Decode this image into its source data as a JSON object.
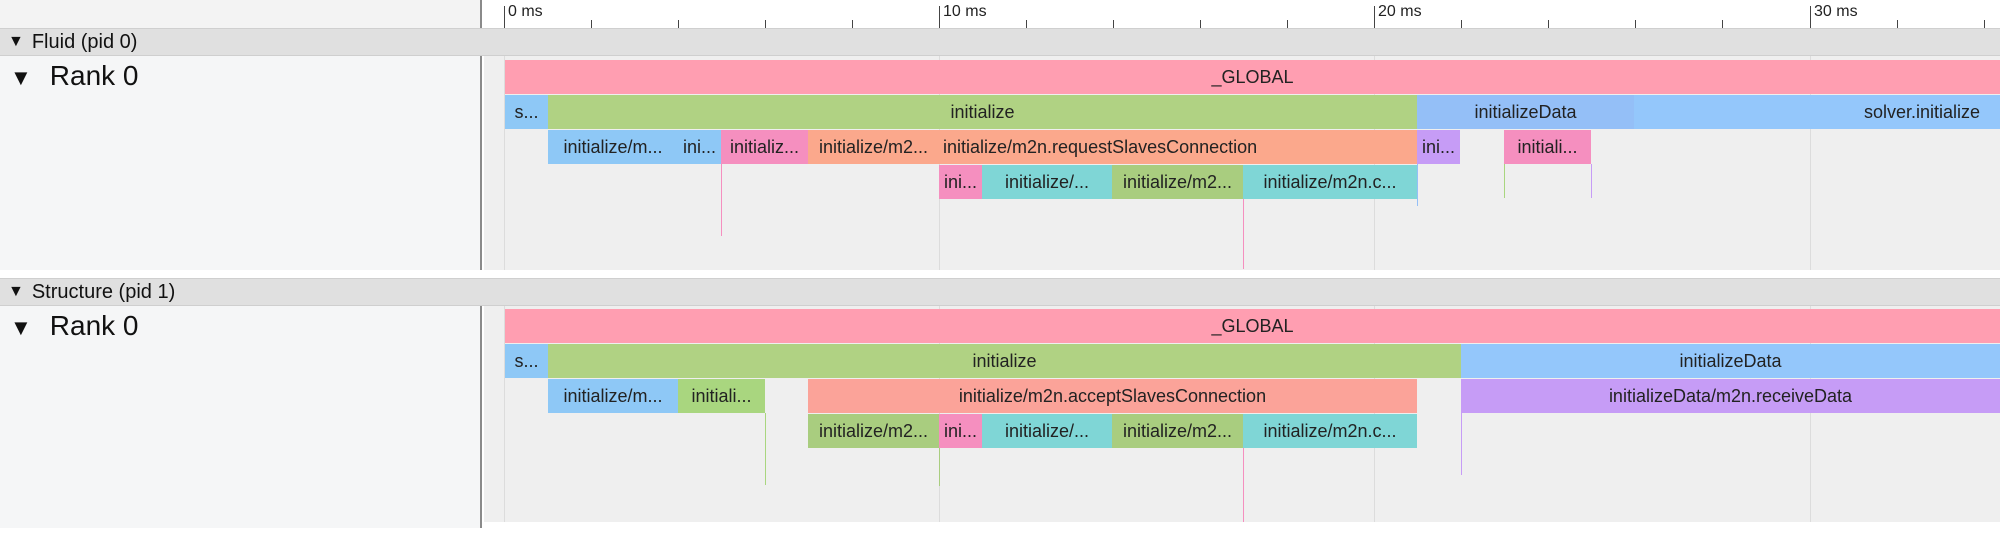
{
  "ruler": {
    "labels": [
      "0 ms",
      "10 ms",
      "20 ms",
      "30 ms"
    ]
  },
  "processes": [
    {
      "header": "Fluid (pid 0)",
      "rank_label": "Rank 0",
      "slices": [
        {
          "name": "_GLOBAL",
          "color": "#ff9eb1"
        },
        {
          "name": "s...",
          "color": "#8ec8f6"
        },
        {
          "name": "initialize",
          "color": "#b0d283"
        },
        {
          "name": "initializeData",
          "color": "#94bff7"
        },
        {
          "name": "solver.initialize",
          "color": "#94c7fb"
        },
        {
          "name": "initialize/m...",
          "color": "#8ec8f6"
        },
        {
          "name": "ini...",
          "color": "#8ec8f6"
        },
        {
          "name": "initializ...",
          "color": "#f58fbf"
        },
        {
          "name": "initialize/m2...",
          "color": "#fba88c"
        },
        {
          "name": "initialize/m2n.requestSlavesConnection",
          "color": "#fba88c"
        },
        {
          "name": "ini...",
          "color": "#c69cf6"
        },
        {
          "name": "initiali...",
          "color": "#f58fbf"
        },
        {
          "name": "ini...",
          "color": "#f58fbf"
        },
        {
          "name": "initialize/...",
          "color": "#7fd6d6"
        },
        {
          "name": "initialize/m2...",
          "color": "#a9cd7f"
        },
        {
          "name": "initialize/m2n.c...",
          "color": "#7fd6d6"
        }
      ]
    },
    {
      "header": "Structure (pid 1)",
      "rank_label": "Rank 0",
      "slices": [
        {
          "name": "_GLOBAL",
          "color": "#ff9eb1"
        },
        {
          "name": "s...",
          "color": "#8ec8f6"
        },
        {
          "name": "initialize",
          "color": "#b0d283"
        },
        {
          "name": "initializeData",
          "color": "#94c7fb"
        },
        {
          "name": "initialize/m...",
          "color": "#8ec8f6"
        },
        {
          "name": "initiali...",
          "color": "#a9d67f"
        },
        {
          "name": "initialize/m2n.acceptSlavesConnection",
          "color": "#fba399"
        },
        {
          "name": "initializeData/m2n.receiveData",
          "color": "#c69cf6"
        },
        {
          "name": "initialize/m2...",
          "color": "#a9cd7f"
        },
        {
          "name": "ini...",
          "color": "#f58fbf"
        },
        {
          "name": "initialize/...",
          "color": "#7fd6d6"
        },
        {
          "name": "initialize/m2...",
          "color": "#a9cd7f"
        },
        {
          "name": "initialize/m2n.c...",
          "color": "#7fd6d6"
        }
      ]
    }
  ]
}
